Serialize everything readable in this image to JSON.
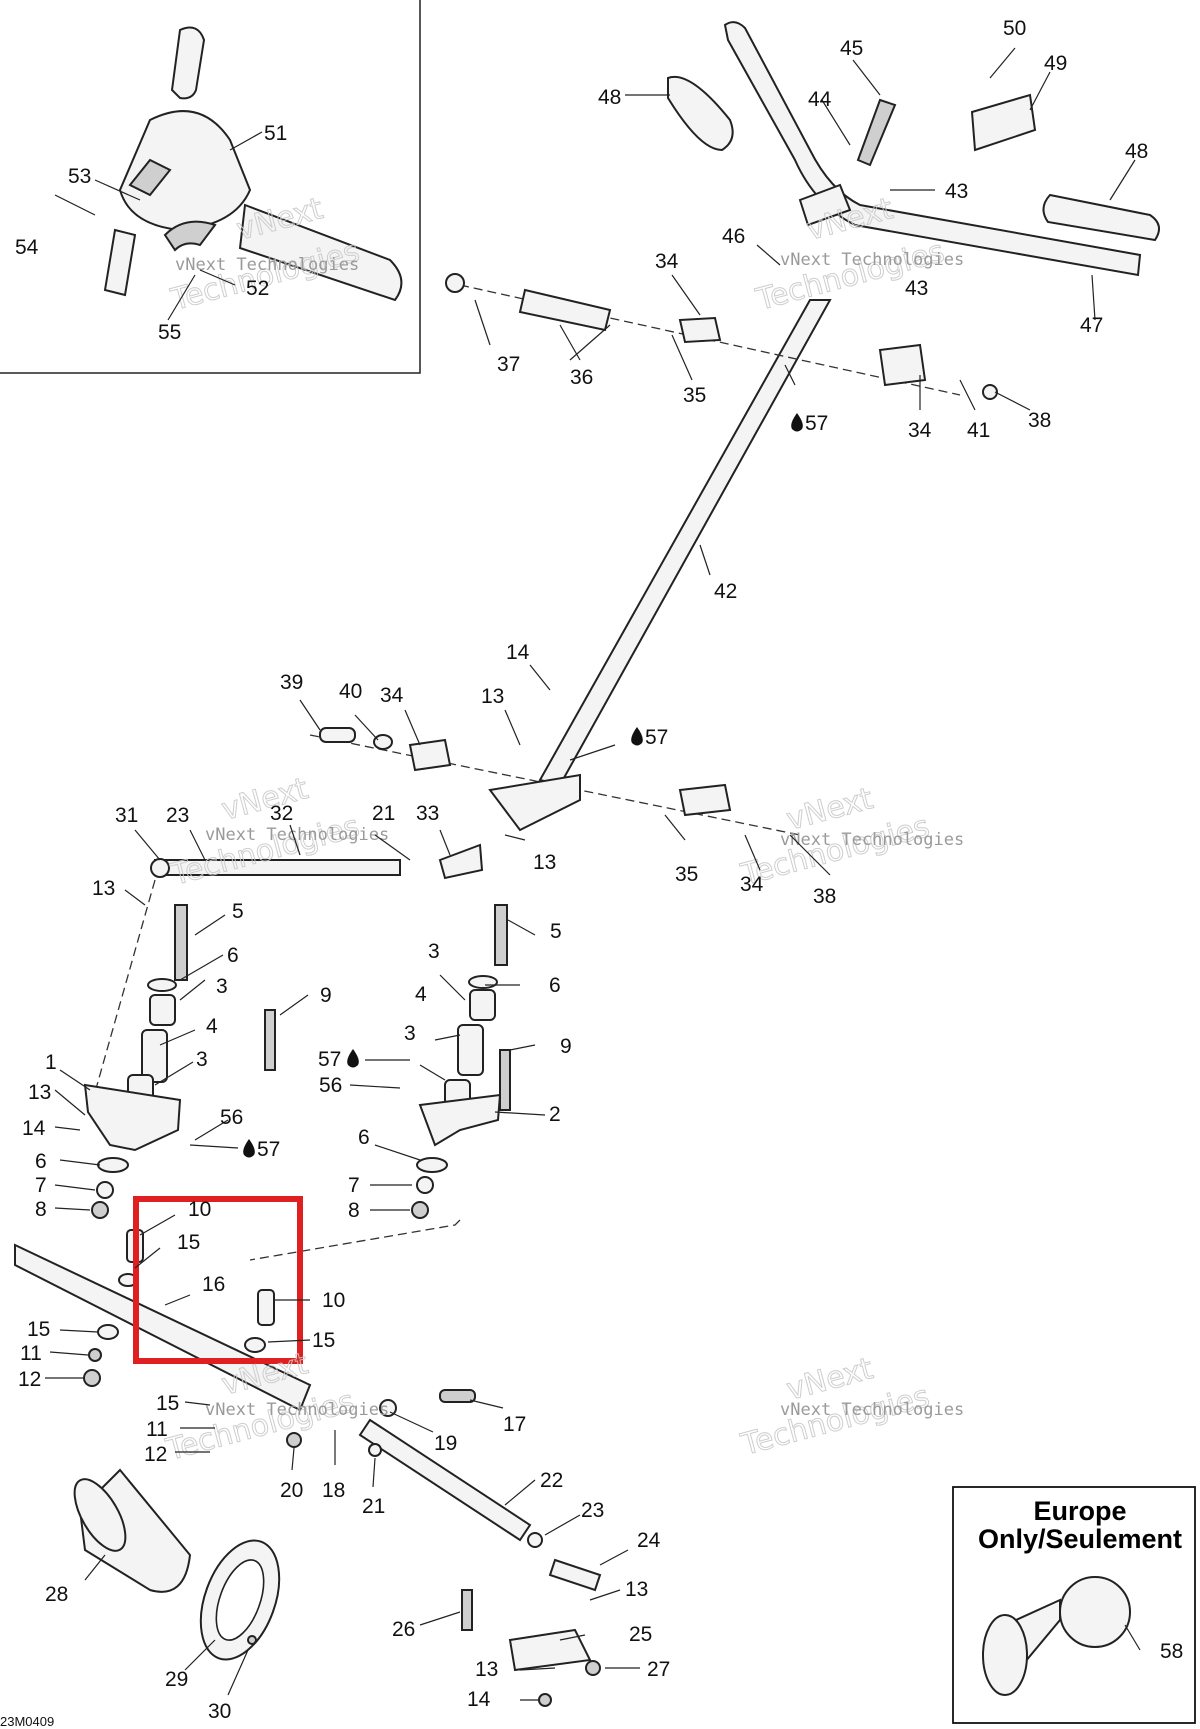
{
  "diagram": {
    "code": "23M0409",
    "inset_box_europe": {
      "title_line1": "Europe",
      "title_line2": "Only/Seulement",
      "part": "58"
    },
    "highlight_box": {
      "color": "#e02020",
      "parts": [
        "10",
        "15",
        "16",
        "10",
        "15"
      ]
    },
    "watermark": {
      "line1": "vNext",
      "line2": "Technologies",
      "small": "vNext Technologies"
    },
    "callouts": {
      "c51": "51",
      "c53": "53",
      "c54": "54",
      "c52": "52",
      "c55": "55",
      "c48a": "48",
      "c45": "45",
      "c44": "44",
      "c50": "50",
      "c49": "49",
      "c48b": "48",
      "c43a": "43",
      "c43b": "43",
      "c46": "46",
      "c47": "47",
      "c34a": "34",
      "c37": "37",
      "c36": "36",
      "c35a": "35",
      "c57a": "57",
      "c34b": "34",
      "c41": "41",
      "c38a": "38",
      "c42": "42",
      "c14a": "14",
      "c13a": "13",
      "c57b": "57",
      "c39": "39",
      "c40": "40",
      "c34c": "34",
      "c31": "31",
      "c23a": "23",
      "c32": "32",
      "c21a": "21",
      "c33": "33",
      "c13b": "13",
      "c35b": "35",
      "c34d": "34",
      "c38b": "38",
      "c13c": "13",
      "c5a": "5",
      "c6a": "6",
      "c3a": "3",
      "c4a": "4",
      "c3b": "3",
      "c9a": "9",
      "c1": "1",
      "c13d": "13",
      "c14b": "14",
      "c56a": "56",
      "c57c": "57",
      "c6b": "6",
      "c7a": "7",
      "c8a": "8",
      "c5b": "5",
      "c3c": "3",
      "c6c": "6",
      "c4b": "4",
      "c9b": "9",
      "c3d": "3",
      "c57d": "57",
      "c56b": "56",
      "c2": "2",
      "c6d": "6",
      "c7b": "7",
      "c8b": "8",
      "c10a": "10",
      "c15a": "15",
      "c16": "16",
      "c10b": "10",
      "c15b": "15",
      "c15c": "15",
      "c11a": "11",
      "c12a": "12",
      "c15d": "15",
      "c11b": "11",
      "c12b": "12",
      "c20": "20",
      "c18": "18",
      "c19": "19",
      "c17": "17",
      "c21b": "21",
      "c22": "22",
      "c23b": "23",
      "c24": "24",
      "c28": "28",
      "c29": "29",
      "c30": "30",
      "c26": "26",
      "c13e": "13",
      "c25": "25",
      "c13f": "13",
      "c27": "27",
      "c14c": "14"
    }
  }
}
